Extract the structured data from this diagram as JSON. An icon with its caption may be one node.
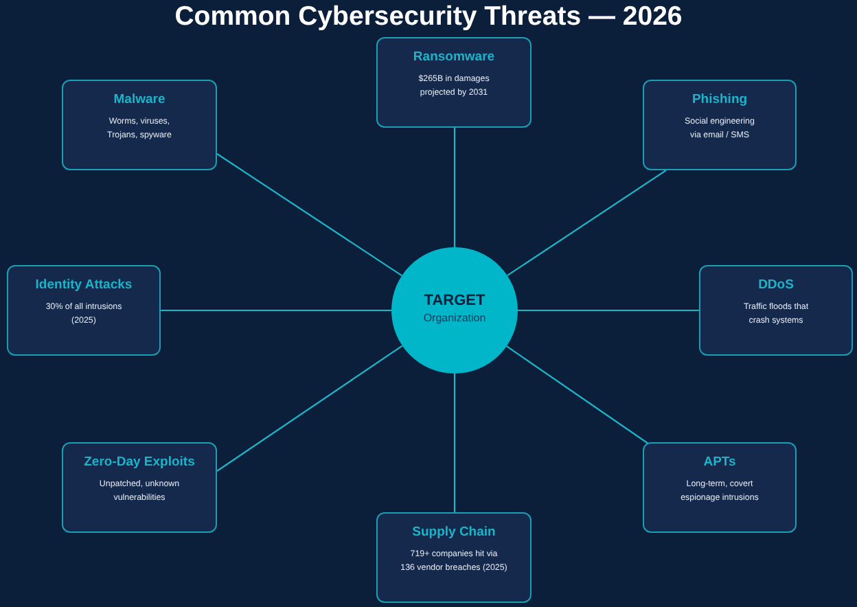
{
  "diagram": {
    "title": "Common Cybersecurity Threats — 2026",
    "nodes": [
      {
        "text": [
          "Ransomware",
          "$265B in damages projected by 2031"
        ]
      },
      {
        "text": [
          "Malware",
          "Worms, viruses, Trojans, spyware"
        ]
      },
      {
        "text": [
          "Phishing",
          "Social engineering via email / SMS"
        ]
      },
      {
        "text": [
          "Identity Attacks",
          "30% of all intrusions (2025)"
        ]
      },
      {
        "text": [
          "TARGET",
          "Organization"
        ]
      },
      {
        "text": [
          "DDoS",
          "Traffic floods that crash systems"
        ]
      },
      {
        "text": [
          "Zero-Day Exploits",
          "Unpatched, unknown vulnerabilities"
        ]
      },
      {
        "text": [
          "APTs",
          "Long-term, covert espionage intrusions"
        ]
      },
      {
        "text": [
          "Supply Chain",
          "719+ companies hit via 136 vendor breaches (2025)"
        ]
      }
    ],
    "edges": [
      {
        "from": 0,
        "to": 4,
        "arrow": "none"
      },
      {
        "from": 1,
        "to": 4,
        "arrow": "none"
      },
      {
        "from": 2,
        "to": 4,
        "arrow": "none"
      },
      {
        "from": 3,
        "to": 4,
        "arrow": "none"
      },
      {
        "from": 5,
        "to": 4,
        "arrow": "none"
      },
      {
        "from": 6,
        "to": 4,
        "arrow": "none"
      },
      {
        "from": 7,
        "to": 4,
        "arrow": "none"
      },
      {
        "from": 8,
        "to": 4,
        "arrow": "none"
      }
    ]
  }
}
